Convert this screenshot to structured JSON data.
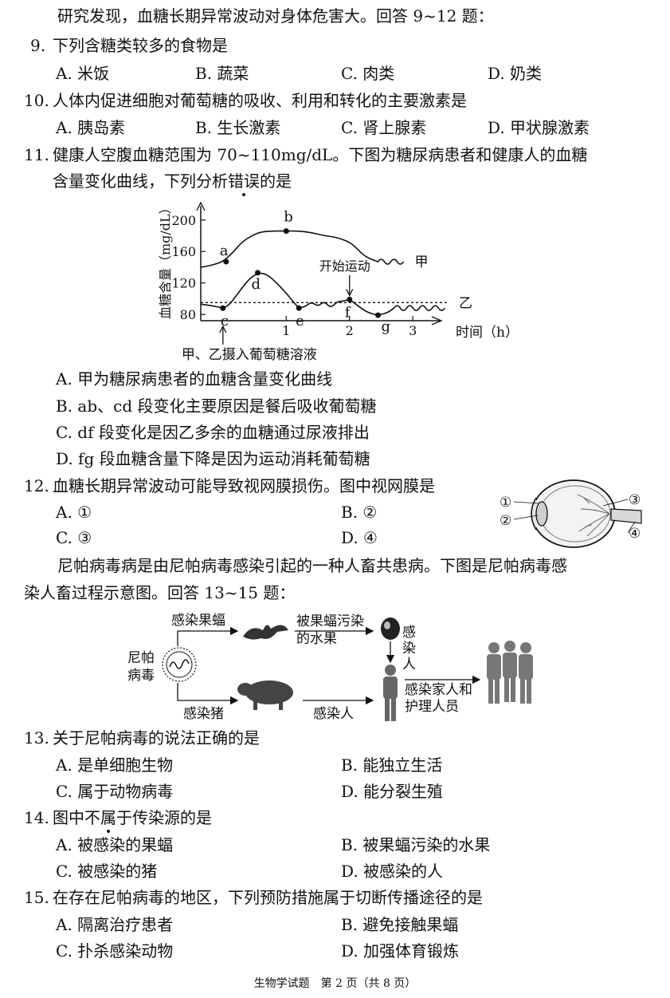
{
  "intro1": "研究发现，血糖长期异常波动对身体危害大。回答 9~12 题：",
  "q9": {
    "num": "9.",
    "text": "下列含糖类较多的食物是",
    "options": [
      "A. 米饭",
      "B. 蔬菜",
      "C. 肉类",
      "D. 奶类"
    ]
  },
  "q10": {
    "num": "10.",
    "text": "人体内促进细胞对葡萄糖的吸收、利用和转化的主要激素是",
    "options": [
      "A. 胰岛素",
      "B. 生长激素",
      "C. 肾上腺素",
      "D. 甲状腺激素"
    ]
  },
  "q11": {
    "num": "11.",
    "line1": "健康人空腹血糖范围为 70~110mg/dL。下图为糖尿病患者和健康人的血糖",
    "line2_pre": "含量变化曲线，下列分析",
    "line2_em": "错误",
    "line2_post": "的是",
    "options": [
      "A. 甲为糖尿病患者的血糖含量变化曲线",
      "B. ab、cd 段变化主要原因是餐后吸收葡萄糖",
      "C. df 段变化是因乙多余的血糖通过尿液排出",
      "D. fg 段血糖含量下降是因为运动消耗葡萄糖"
    ]
  },
  "chart_data": {
    "type": "line",
    "ylabel": "血糖含量（mg/dL）",
    "xlabel": "时间（h）",
    "yticks": [
      80,
      120,
      160,
      200
    ],
    "xticks": [
      1,
      2,
      3
    ],
    "ylim": [
      72,
      214
    ],
    "xlim": [
      -0.35,
      3.4
    ],
    "series": [
      {
        "name": "甲",
        "values": [
          [
            -0.35,
            140
          ],
          [
            -0.2,
            142
          ],
          [
            0,
            147
          ],
          [
            0.15,
            158
          ],
          [
            0.3,
            172
          ],
          [
            0.45,
            180
          ],
          [
            0.6,
            185
          ],
          [
            0.8,
            186
          ],
          [
            1.0,
            186
          ],
          [
            1.2,
            186
          ],
          [
            1.4,
            184
          ],
          [
            1.6,
            180
          ],
          [
            1.8,
            178
          ],
          [
            2.0,
            172
          ],
          [
            2.1,
            165
          ],
          [
            2.25,
            153
          ],
          [
            2.45,
            147
          ]
        ]
      },
      {
        "name": "乙",
        "values": [
          [
            -0.35,
            93
          ],
          [
            -0.25,
            92
          ],
          [
            -0.1,
            90
          ],
          [
            0,
            88
          ],
          [
            0.1,
            92
          ],
          [
            0.25,
            108
          ],
          [
            0.4,
            124
          ],
          [
            0.55,
            133
          ],
          [
            0.7,
            131
          ],
          [
            0.85,
            120
          ],
          [
            1.0,
            107
          ],
          [
            1.1,
            97
          ],
          [
            1.2,
            88
          ],
          [
            1.3,
            90
          ],
          [
            1.4,
            96
          ],
          [
            1.5,
            90
          ],
          [
            1.6,
            97
          ],
          [
            1.7,
            88
          ],
          [
            1.8,
            96
          ],
          [
            1.9,
            97
          ],
          [
            2.0,
            99
          ],
          [
            2.1,
            93
          ],
          [
            2.2,
            87
          ],
          [
            2.3,
            82
          ],
          [
            2.45,
            79
          ],
          [
            2.6,
            82
          ],
          [
            2.7,
            88
          ]
        ]
      }
    ],
    "baseline": 95,
    "points": [
      {
        "label": "a",
        "x": 0.05,
        "y": 147
      },
      {
        "label": "b",
        "x": 1.0,
        "y": 186
      },
      {
        "label": "c",
        "x": 0.0,
        "y": 88
      },
      {
        "label": "d",
        "x": 0.55,
        "y": 133
      },
      {
        "label": "e",
        "x": 1.2,
        "y": 88
      },
      {
        "label": "f",
        "x": 2.0,
        "y": 99
      },
      {
        "label": "g",
        "x": 2.45,
        "y": 79
      }
    ],
    "annotations": {
      "exercise": "开始运动",
      "intake": "甲、乙摄入葡萄糖溶液"
    }
  },
  "q12": {
    "num": "12.",
    "text": "血糖长期异常波动可能导致视网膜损伤。图中视网膜是",
    "options": [
      "A. ①",
      "B. ②",
      "C. ③",
      "D. ④"
    ],
    "eye_labels": [
      "①",
      "②",
      "③",
      "④"
    ]
  },
  "intro2_l1": "尼帕病毒病是由尼帕病毒感染引起的一种人畜共患病。下图是尼帕病毒感",
  "intro2_l2": "染人畜过程示意图。回答 13~15 题：",
  "diagram": {
    "virus_label_1": "尼帕",
    "virus_label_2": "病毒",
    "top_arrow": "感染果蝠",
    "fruit_l1": "被果蝠污染",
    "fruit_l2": "的水果",
    "down_l1": "感",
    "down_l2": "染",
    "down_l3": "人",
    "bottom_arrow": "感染猪",
    "pig_arrow": "感染人",
    "family_l1": "感染家人和",
    "family_l2": "护理人员"
  },
  "q13": {
    "num": "13.",
    "text": "关于尼帕病毒的说法正确的是",
    "options": [
      "A. 是单细胞生物",
      "B. 能独立生活",
      "C. 属于动物病毒",
      "D. 能分裂生殖"
    ]
  },
  "q14": {
    "num": "14.",
    "text_pre": "图中",
    "text_em": "不属于",
    "text_post": "传染源的是",
    "options": [
      "A. 被感染的果蝠",
      "B. 被果蝠污染的水果",
      "C. 被感染的猪",
      "D. 被感染的人"
    ]
  },
  "q15": {
    "num": "15.",
    "text": "在存在尼帕病毒的地区，下列预防措施属于切断传播途径的是",
    "options": [
      "A. 隔离治疗患者",
      "B. 避免接触果蝠",
      "C. 扑杀感染动物",
      "D. 加强体育锻炼"
    ]
  },
  "footer": "生物学试题　第 2 页（共 8 页）"
}
